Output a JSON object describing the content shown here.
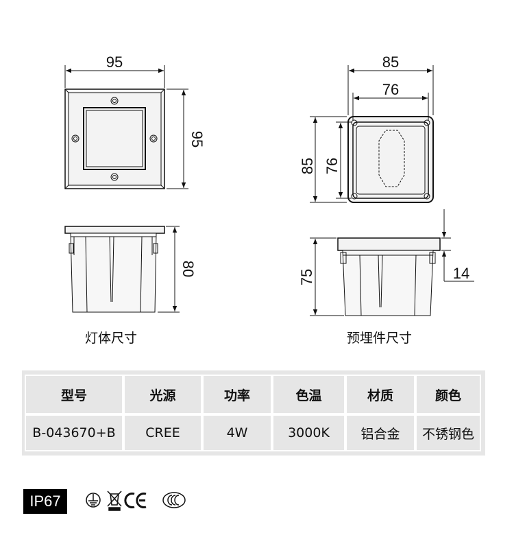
{
  "drawings": {
    "lamp_body": {
      "caption": "灯体尺寸",
      "width_label": "95",
      "depth_label": "95",
      "height_label": "80"
    },
    "embedded_box": {
      "caption": "预埋件尺寸",
      "outer_width_label": "85",
      "inner_width_label": "76",
      "outer_depth_label": "85",
      "inner_depth_label": "76",
      "height_label": "75",
      "flange_offset_label": "14"
    }
  },
  "spec_table": {
    "headers": [
      "型号",
      "光源",
      "功率",
      "色温",
      "材质",
      "颜色"
    ],
    "row": [
      "B-043670+B",
      "CREE",
      "4W",
      "3000K",
      "铝合金",
      "不锈钢色"
    ]
  },
  "certifications": {
    "ip_rating": "IP67",
    "icons": [
      "ground-icon",
      "weee-bin-icon",
      "ce-mark-icon",
      "ccc-mark-icon"
    ]
  }
}
